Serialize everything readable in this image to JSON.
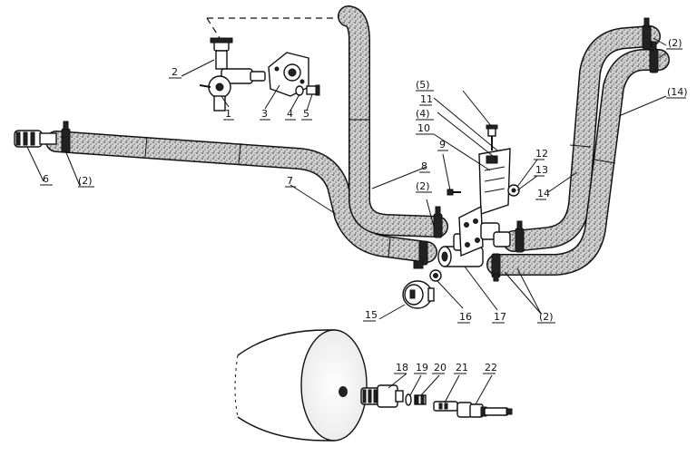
{
  "diagram": {
    "labels": [
      "1",
      "2",
      "3",
      "4",
      "5",
      "6",
      "(2)",
      "7",
      "8",
      "9",
      "(2)",
      "10",
      "(4)",
      "11",
      "(5)",
      "12",
      "13",
      "14",
      "(2)",
      "(14)",
      "15",
      "16",
      "17",
      "(2)",
      "18",
      "19",
      "20",
      "21",
      "22"
    ]
  },
  "colors": {
    "ink": "#111111",
    "hose_texture": "#c8c8c8",
    "paper": "#ffffff"
  }
}
